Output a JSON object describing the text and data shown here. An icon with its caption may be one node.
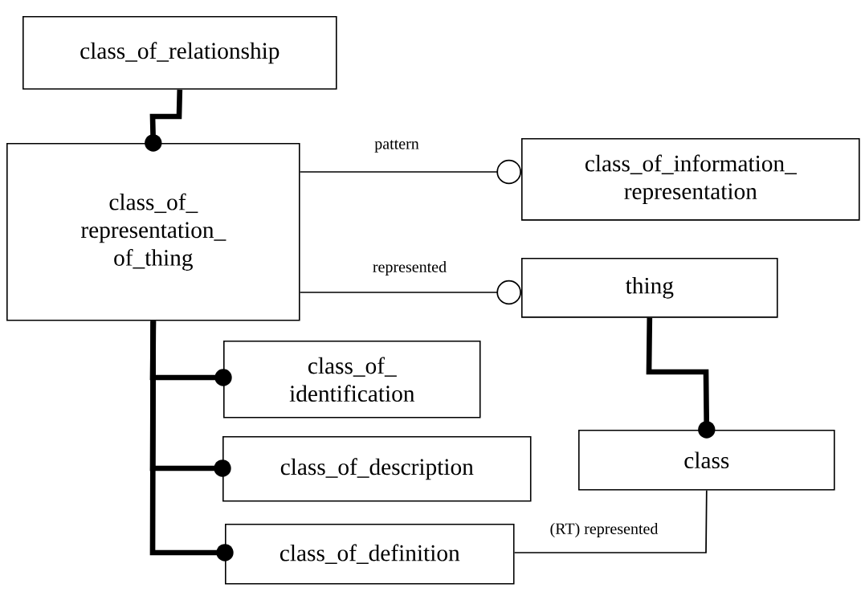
{
  "diagram": {
    "nodes": [
      {
        "text": [
          "class_of_relationship"
        ]
      },
      {
        "text": [
          "class_of_ representation_ of_thing"
        ]
      },
      {
        "text": [
          "class_of_information_ representation"
        ]
      },
      {
        "text": [
          "thing"
        ]
      },
      {
        "text": [
          "class_of_ identification"
        ]
      },
      {
        "text": [
          "class_of_description"
        ]
      },
      {
        "text": [
          "class_of_definition"
        ]
      },
      {
        "text": [
          "class"
        ]
      }
    ],
    "edges": [
      {
        "from": 0,
        "to": 1,
        "arrow": "other"
      },
      {
        "from": 1,
        "to": 2,
        "arrow": "other",
        "label": "pattern"
      },
      {
        "from": 1,
        "to": 3,
        "arrow": "other",
        "label": "represented"
      },
      {
        "from": 3,
        "to": 7,
        "arrow": "other"
      },
      {
        "from": 1,
        "to": 4,
        "arrow": "other"
      },
      {
        "from": 1,
        "to": 5,
        "arrow": "other"
      },
      {
        "from": 1,
        "to": 6,
        "arrow": "other"
      },
      {
        "from": 7,
        "to": 6,
        "arrow": "none",
        "label": "(RT) represented"
      }
    ]
  }
}
